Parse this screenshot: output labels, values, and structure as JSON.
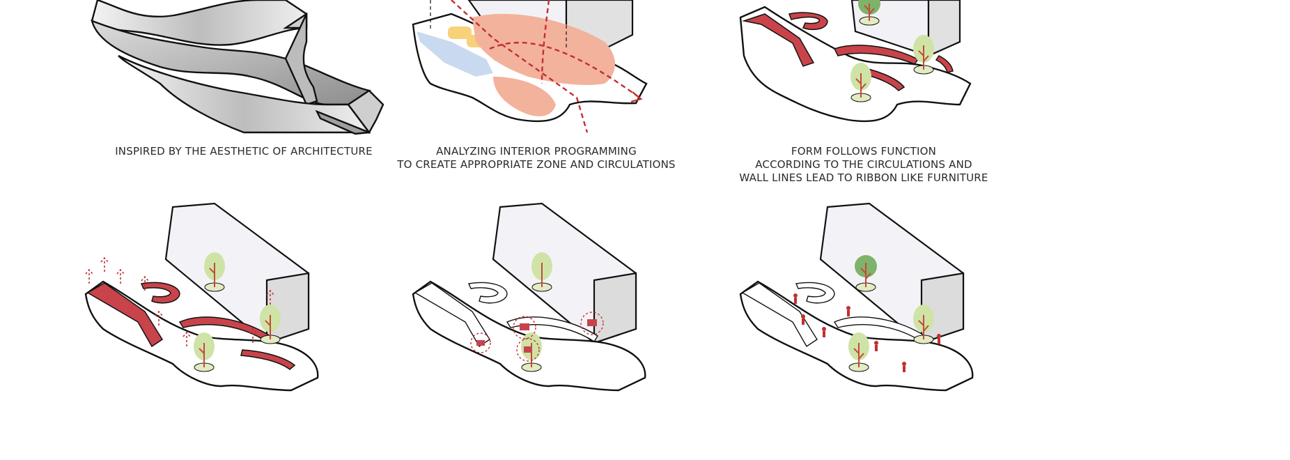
{
  "captions": {
    "panel1": [
      "INSPIRED BY THE AESTHETIC OF ARCHITECTURE"
    ],
    "panel2": [
      "ANALYZING INTERIOR PROGRAMMING",
      "TO CREATE APPROPRIATE ZONE AND CIRCULATIONS"
    ],
    "panel3": [
      "FORM FOLLOWS FUNCTION",
      "ACCORDING TO THE CIRCULATIONS AND",
      "WALL LINES LEAD TO RIBBON LIKE FURNITURE"
    ]
  },
  "colors": {
    "ribbon": "#c8444a",
    "zone_salmon": "#f3b29c",
    "zone_yellow": "#f7d27a",
    "zone_blue": "#c9daf0",
    "tree_light": "#cfe3a6",
    "tree_green": "#7fb36a",
    "trunk": "#c44a3a",
    "outline": "#111111",
    "wall_gray": "#d8d8d8"
  },
  "icons": [
    "tree-icon",
    "up-arrow-icon",
    "circulation-arrow-icon",
    "person-icon"
  ]
}
